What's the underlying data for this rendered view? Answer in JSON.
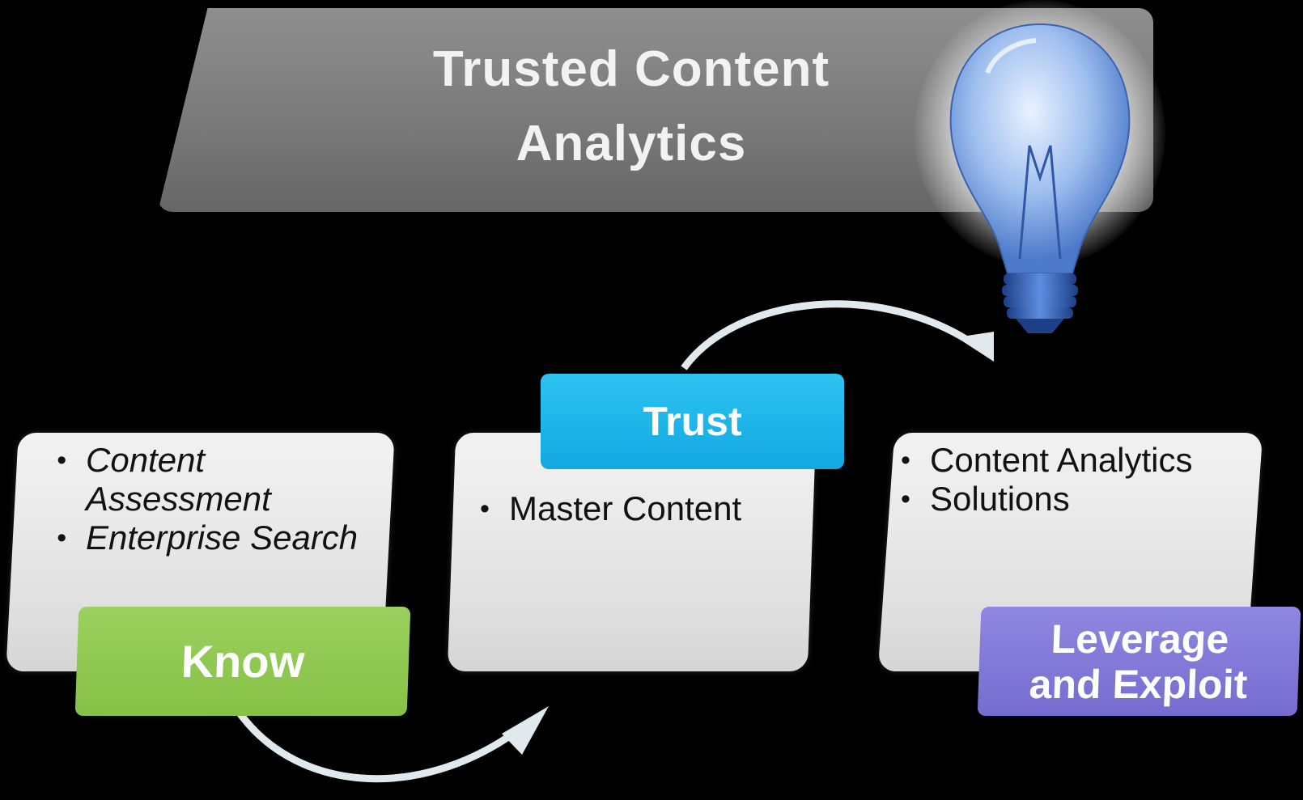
{
  "title": {
    "line1": "Trusted Content",
    "line2": "Analytics"
  },
  "cards": {
    "know": {
      "items": [
        "Content Assessment",
        "Enterprise Search"
      ],
      "label": "Know",
      "color": "#8cc63f"
    },
    "trust": {
      "items": [
        "Master Content"
      ],
      "label": "Trust",
      "color": "#1ab3e6"
    },
    "leverage": {
      "items": [
        "Content Analytics",
        "Solutions"
      ],
      "label_line1": "Leverage",
      "label_line2": "and Exploit",
      "color": "#7b72d6"
    }
  },
  "icons": {
    "bulb": "lightbulb-icon",
    "arrow1": "curved-arrow-icon",
    "arrow2": "curved-arrow-icon"
  }
}
